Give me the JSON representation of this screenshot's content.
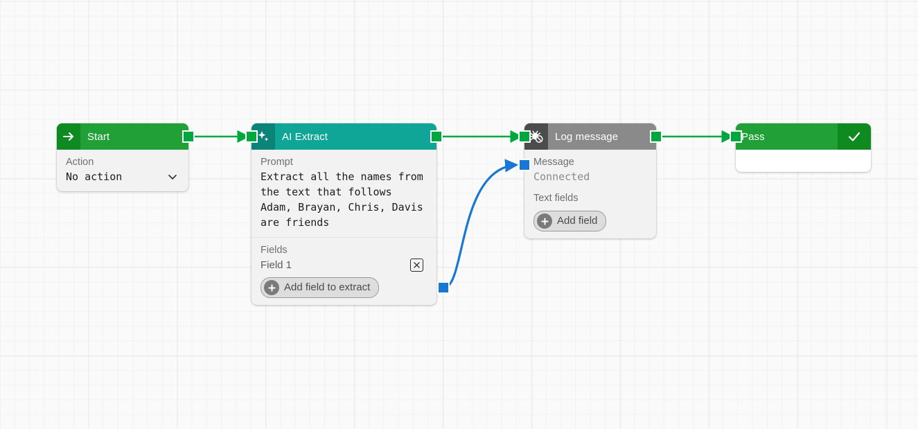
{
  "canvas": {
    "background_color": "#fafafa",
    "grid_minor_color": "#f2f2f2",
    "grid_major_color": "#e9e9e9"
  },
  "palette": {
    "green": "#21a038",
    "green_dark": "#0f8a20",
    "teal": "#10a697",
    "teal_dark": "#0c8378",
    "gray_header": "#8a8a8a",
    "gray_icon": "#4c4c4c",
    "edge_green": "#00a63e",
    "edge_blue": "#1877d2",
    "node_body": "#f2f2f2"
  },
  "nodes": {
    "start": {
      "title": "Start",
      "icon": "arrow-right-icon",
      "action_label": "Action",
      "action_value": "No action",
      "chevron": "chevron-down-icon"
    },
    "ai_extract": {
      "title": "AI Extract",
      "icon": "sparkle-icon",
      "prompt_label": "Prompt",
      "prompt_value": "Extract all the names from the text that follows Adam, Brayan, Chris, Davis are friends",
      "fields_label": "Fields",
      "field_1_name": "Field 1",
      "field_1_remove": "×",
      "add_field_label": "Add field to extract",
      "add_icon": "plus-circle-icon"
    },
    "log_message": {
      "title": "Log message",
      "icon": "bug-disabled-icon",
      "message_label": "Message",
      "message_value": "Connected",
      "text_fields_label": "Text fields",
      "add_field_label": "Add field",
      "add_icon": "plus-circle-icon"
    },
    "pass": {
      "title": "Pass",
      "status_icon": "check-icon"
    }
  },
  "edges": [
    {
      "name": "start-to-ai-extract",
      "color": "#00a63e",
      "type": "straight"
    },
    {
      "name": "ai-extract-to-log-message",
      "color": "#00a63e",
      "type": "straight"
    },
    {
      "name": "log-message-to-pass",
      "color": "#00a63e",
      "type": "straight"
    },
    {
      "name": "field1-to-message",
      "color": "#1877d2",
      "type": "bezier"
    }
  ]
}
